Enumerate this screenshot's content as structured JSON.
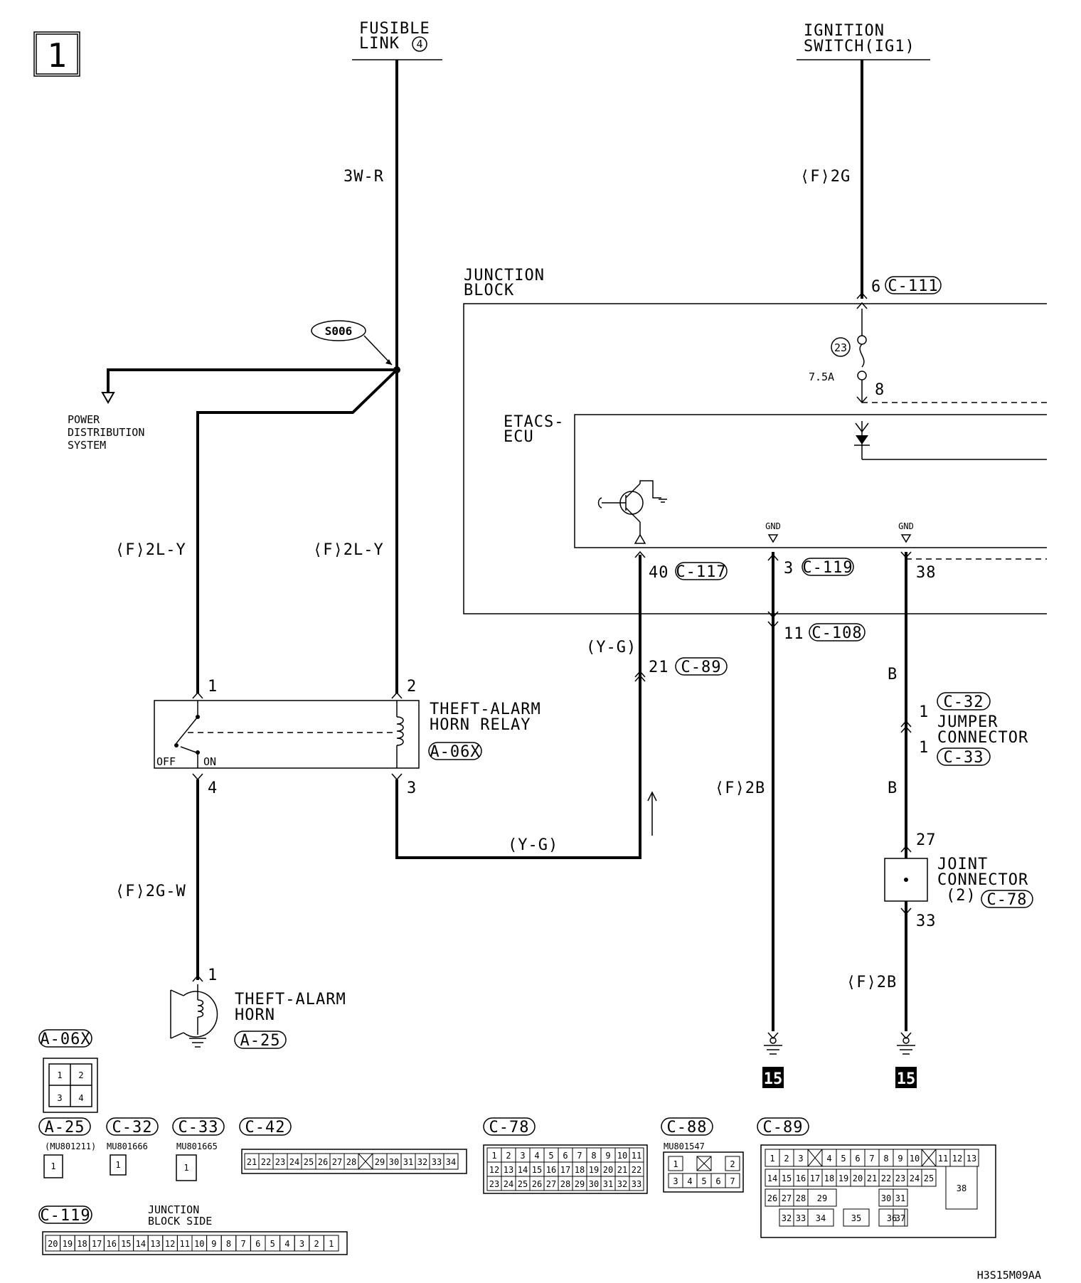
{
  "page_number": "1",
  "sources": {
    "fusible_link_line1": "FUSIBLE",
    "fusible_link_line2": "LINK",
    "fusible_link_num": "4",
    "ignition_line1": "IGNITION",
    "ignition_line2": "SWITCH(IG1)"
  },
  "wires": {
    "fusible_wire": "3W-R",
    "ignition_wire": "⟨F⟩2G",
    "relay1_wire": "⟨F⟩2L-Y",
    "relay2_wire": "⟨F⟩2L-Y",
    "yg_top": "(Y-G)",
    "yg_bottom": "(Y-G)",
    "horn_wire": "⟨F⟩2G-W",
    "gnd_wire_left": "⟨F⟩2B",
    "b_upper": "B",
    "b_lower": "B",
    "gnd_wire_right": "⟨F⟩2B"
  },
  "splice": {
    "id": "S006"
  },
  "power_dist": {
    "line1": "POWER",
    "line2": "DISTRIBUTION",
    "line3": "SYSTEM"
  },
  "junction_block": {
    "line1": "JUNCTION",
    "line2": "BLOCK",
    "pin_c111": "6",
    "conn_c111": "C-111",
    "fuse_num": "23",
    "fuse_rating": "7.5A",
    "fuse_pin_out": "8"
  },
  "etacs": {
    "line1": "ETACS-",
    "line2": "ECU",
    "gnd1": "GND",
    "gnd2": "GND",
    "pin40": "40",
    "conn_c117": "C-117",
    "pin3": "3",
    "conn_c119": "C-119",
    "pin38": "38"
  },
  "connectors": {
    "pin11": "11",
    "conn_c108": "C-108",
    "pin21": "21",
    "conn_c89": "C-89",
    "c32_pin": "1",
    "conn_c32": "C-32",
    "c33_pin": "1",
    "conn_c33": "C-33",
    "jumper_line1": "JUMPER",
    "jumper_line2": "CONNECTOR"
  },
  "relay": {
    "pin1": "1",
    "pin2": "2",
    "pin3": "3",
    "pin4": "4",
    "off": "OFF",
    "on": "ON",
    "name_line1": "THEFT-ALARM",
    "name_line2": "HORN RELAY",
    "conn": "A-06X"
  },
  "joint": {
    "pin27": "27",
    "pin33": "33",
    "line1": "JOINT",
    "line2": "CONNECTOR",
    "line3": "(2)",
    "conn": "C-78"
  },
  "horn": {
    "pin": "1",
    "line1": "THEFT-ALARM",
    "line2": "HORN",
    "conn": "A-25"
  },
  "grounds": {
    "left": "15",
    "right": "15"
  },
  "connector_views": {
    "a06x": {
      "label": "A-06X",
      "pins": [
        "1",
        "2",
        "3",
        "4"
      ]
    },
    "a25": {
      "label": "A-25",
      "part": "(MU801211)",
      "pin": "1"
    },
    "c32": {
      "label": "C-32",
      "part": "MU801666",
      "pin": "1"
    },
    "c33": {
      "label": "C-33",
      "part": "MU801665",
      "pin": "1"
    },
    "c42": {
      "label": "C-42",
      "pins": [
        "21",
        "22",
        "23",
        "24",
        "25",
        "26",
        "27",
        "28",
        "",
        "29",
        "30",
        "31",
        "32",
        "33",
        "34"
      ]
    },
    "c78": {
      "label": "C-78",
      "rows": [
        [
          "1",
          "2",
          "3",
          "4",
          "5",
          "6",
          "7",
          "8",
          "9",
          "10",
          "11"
        ],
        [
          "12",
          "13",
          "14",
          "15",
          "16",
          "17",
          "18",
          "19",
          "20",
          "21",
          "22"
        ],
        [
          "23",
          "24",
          "25",
          "26",
          "27",
          "28",
          "29",
          "30",
          "31",
          "32",
          "33"
        ]
      ]
    },
    "c88": {
      "label": "C-88",
      "part": "MU801547",
      "row1": [
        "1",
        "",
        "2"
      ],
      "row2": [
        "3",
        "4",
        "5",
        "6",
        "7"
      ]
    },
    "c89": {
      "label": "C-89",
      "row1": [
        "1",
        "2",
        "3",
        "",
        "4",
        "5",
        "6",
        "7",
        "8",
        "9",
        "10",
        "",
        "11",
        "12",
        "13"
      ],
      "row2": [
        "14",
        "15",
        "16",
        "17",
        "18",
        "19",
        "20",
        "21",
        "22",
        "23",
        "24",
        "25"
      ],
      "row3": [
        "26",
        "27",
        "28",
        "29",
        "30",
        "31"
      ],
      "row4": [
        "32",
        "33",
        "34",
        "35",
        "36",
        "37"
      ],
      "big": "38"
    },
    "c119": {
      "label": "C-119",
      "side_line1": "JUNCTION",
      "side_line2": "BLOCK SIDE",
      "pins": [
        "20",
        "19",
        "18",
        "17",
        "16",
        "15",
        "14",
        "13",
        "12",
        "11",
        "10",
        "9",
        "8",
        "7",
        "6",
        "5",
        "4",
        "3",
        "2",
        "1"
      ]
    }
  },
  "figure_code": "H3S15M09AA"
}
